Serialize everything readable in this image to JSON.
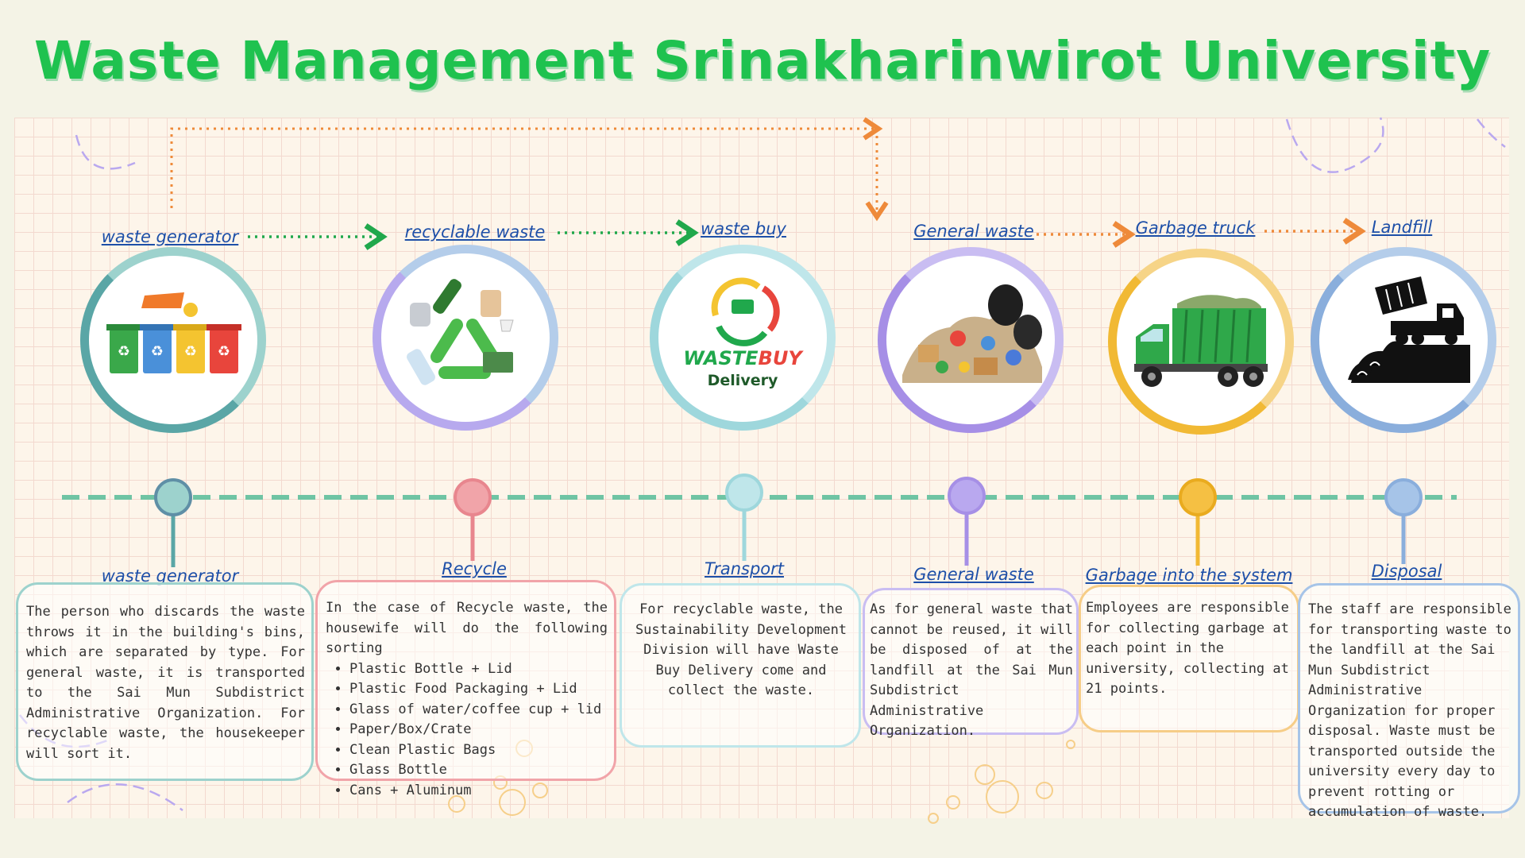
{
  "title": "Waste Management Srinakharinwirot University",
  "stages": [
    {
      "label": "waste generator",
      "accent": "#9dd2cd",
      "ring": "#5aa6a6",
      "icon": "recycle-bins-icon"
    },
    {
      "label": "recyclable waste",
      "accent": "#f1a4a9",
      "ring": "#b7a9ee",
      "icon": "recyclables-icon"
    },
    {
      "label": "waste buy",
      "accent": "#bfe6ea",
      "ring": "#9ed7dc",
      "icon": "waste-buy-logo-icon",
      "logo": {
        "brand_left": "WASTE",
        "brand_right": "BUY",
        "sub": "Delivery"
      }
    },
    {
      "label": "General waste",
      "accent": "#b9a8ef",
      "ring": "#a68fe6",
      "icon": "garbage-pile-icon"
    },
    {
      "label": "Garbage truck",
      "accent": "#f5c043",
      "ring": "#f1b934",
      "icon": "garbage-truck-icon"
    },
    {
      "label": "Landfill",
      "accent": "#a6c4e8",
      "ring": "#8aaedc",
      "icon": "dump-truck-landfill-icon"
    }
  ],
  "steps": [
    {
      "title": "waste generator",
      "border": "#9dd2cd",
      "text": "The person who discards the waste throws it in the building's bins, which are separated by type. For general waste, it is transported to the Sai Mun Subdistrict Administrative Organization. For recyclable waste, the housekeeper will sort it."
    },
    {
      "title": "Recycle",
      "border": "#f1a4a9",
      "text": "In the case of Recycle waste, the housewife will do the following sorting",
      "items": [
        "Plastic Bottle + Lid",
        "Plastic Food Packaging + Lid",
        "Glass of water/coffee cup + lid",
        "Paper/Box/Crate",
        "Clean Plastic Bags",
        "Glass Bottle",
        "Cans + Aluminum"
      ]
    },
    {
      "title": "Transport",
      "border": "#bfe6ea",
      "text": "For recyclable waste, the Sustainability Development Division will have Waste Buy Delivery come and collect the waste."
    },
    {
      "title": "General waste",
      "border": "#c9bdf2",
      "text": "As for general waste that cannot be reused, it will be disposed of at the landfill at the Sai Mun Subdistrict Administrative Organization."
    },
    {
      "title": "Garbage into the system",
      "border": "#f6cd87",
      "text": "Employees are responsible for collecting garbage at each point in the university, collecting at 21 points."
    },
    {
      "title": "Disposal",
      "border": "#a6c4e8",
      "text": "The staff are responsible for transporting waste to the landfill at the Sai Mun Subdistrict Administrative Organization for proper disposal. Waste must be transported outside the university every day to prevent rotting or accumulation of waste."
    }
  ]
}
